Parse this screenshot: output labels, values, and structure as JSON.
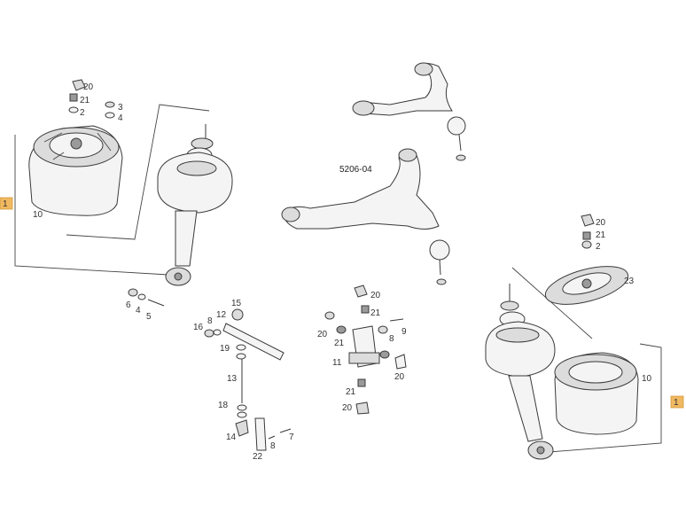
{
  "diagram": {
    "code": "5206-04",
    "markers": {
      "left": "1",
      "right": "1"
    },
    "callouts": {
      "c20a": "20",
      "c21a": "21",
      "c2a": "2",
      "c3": "3",
      "c4a": "4",
      "c10a": "10",
      "c6": "6",
      "c4b": "4",
      "c5": "5",
      "c12": "12",
      "c15": "15",
      "c16": "16",
      "c8a": "8",
      "c19": "19",
      "c13": "13",
      "c18": "18",
      "c14": "14",
      "c22": "22",
      "c8b": "8",
      "c7": "7",
      "c20b": "20",
      "c21b": "21",
      "c20c": "20",
      "c21c": "21",
      "c8c": "8",
      "c9": "9",
      "c11": "11",
      "c20d": "20",
      "c21d": "21",
      "c20e": "20",
      "c20f": "20",
      "c21e": "21",
      "c2b": "2",
      "c23": "23",
      "c10b": "10"
    }
  },
  "colors": {
    "marker": "#f0b860",
    "line": "#444444"
  }
}
